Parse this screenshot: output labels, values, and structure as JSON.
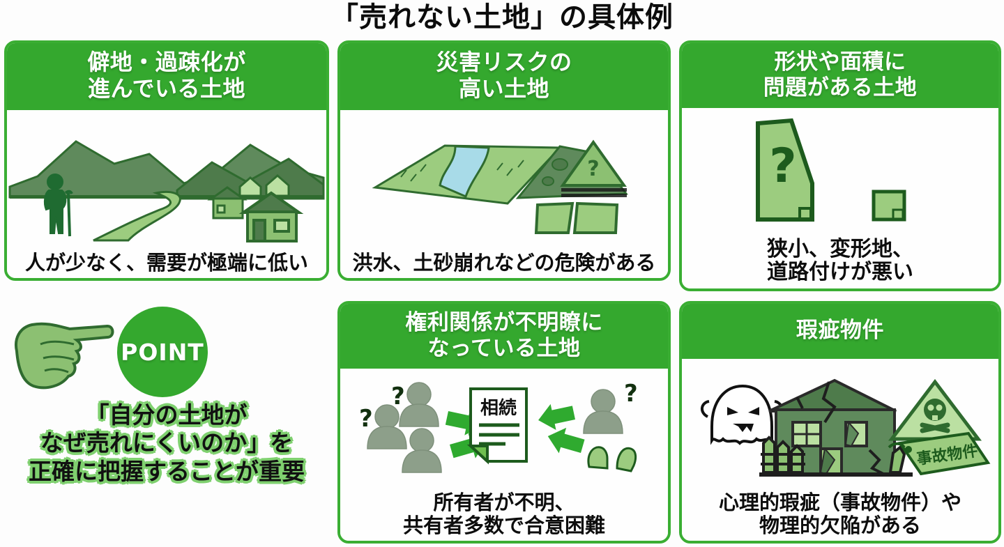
{
  "page": {
    "title": "「売れない土地」の具体例",
    "accent_green": "#34a82e",
    "border_green": "#3aae33",
    "illustration_green_light": "#9ccc7f",
    "illustration_green_dark": "#2f6b2f"
  },
  "cards": [
    {
      "id": "remote-depopulated-land",
      "header": "僻地・過疎化が\n進んでいる土地",
      "caption": "人が少なく、需要が極端に低い",
      "illustration": "rural-landscape-icon"
    },
    {
      "id": "disaster-risk-land",
      "header": "災害リスクの\n高い土地",
      "caption": "洪水、土砂崩れなどの危険がある",
      "illustration": "hazard-map-icon"
    },
    {
      "id": "shape-area-problem-land",
      "header": "形状や面積に\n問題がある土地",
      "caption": "狭小、変形地、\n道路付けが悪い",
      "illustration": "irregular-plot-icon",
      "plot_marker": "?"
    },
    {
      "id": "unclear-rights-land",
      "header": "権利関係が不明瞭に\nなっている土地",
      "caption": "所有者が不明、\n共有者多数で合意困難",
      "illustration": "inheritance-dispute-icon",
      "document_label": "相続",
      "person_markers": [
        "?",
        "?",
        "?"
      ]
    },
    {
      "id": "defective-property",
      "header": "瑕疵物件",
      "caption": "心理的瑕疵（事故物件）や\n物理的欠陥がある",
      "illustration": "haunted-damaged-house-icon",
      "tag_label": "事故物件"
    }
  ],
  "point": {
    "badge_label": "POINT",
    "text": "「自分の土地が\nなぜ売れにくいのか」を\n正確に把握することが重要"
  }
}
